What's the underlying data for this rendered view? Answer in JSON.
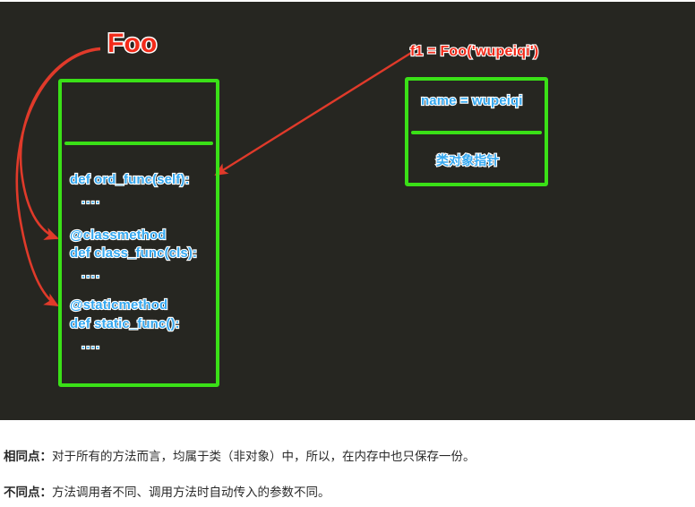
{
  "colors": {
    "canvas_background": "#262621",
    "box_border_green": "#3ae017",
    "annotation_red": "#f22a19",
    "code_blue": "#35a8f0",
    "text_outline": "#ffffff",
    "page_background": "#ffffff",
    "note_text": "#2a2a2a"
  },
  "diagram": {
    "class_box": {
      "title_label": "Foo",
      "attributes_section": [],
      "methods_section": [
        {
          "decorator": "",
          "signature": "def  ord_func(self):",
          "body": "...."
        },
        {
          "decorator": "@classmethod",
          "signature": "def  class_func(cls):",
          "body": "...."
        },
        {
          "decorator": "@staticmethod",
          "signature": "def static_func():",
          "body": "...."
        }
      ]
    },
    "instance_box": {
      "title_label": "f1 = Foo('wupeiqi')",
      "attributes_section": "name = wupeiqi",
      "pointer_section": "类对象指针"
    },
    "arrows": [
      {
        "name": "foo-to-classmethod",
        "style": "curved",
        "color": "#f22a19"
      },
      {
        "name": "foo-to-staticmethod",
        "style": "curved",
        "color": "#f22a19"
      },
      {
        "name": "instance-to-ordfunc",
        "style": "straight",
        "color": "#f22a19"
      }
    ]
  },
  "notes": {
    "same": {
      "label": "相同点：",
      "text": "对于所有的方法而言，均属于类（非对象）中，所以，在内存中也只保存一份。"
    },
    "diff": {
      "label": "不同点：",
      "text": "方法调用者不同、调用方法时自动传入的参数不同。"
    }
  }
}
